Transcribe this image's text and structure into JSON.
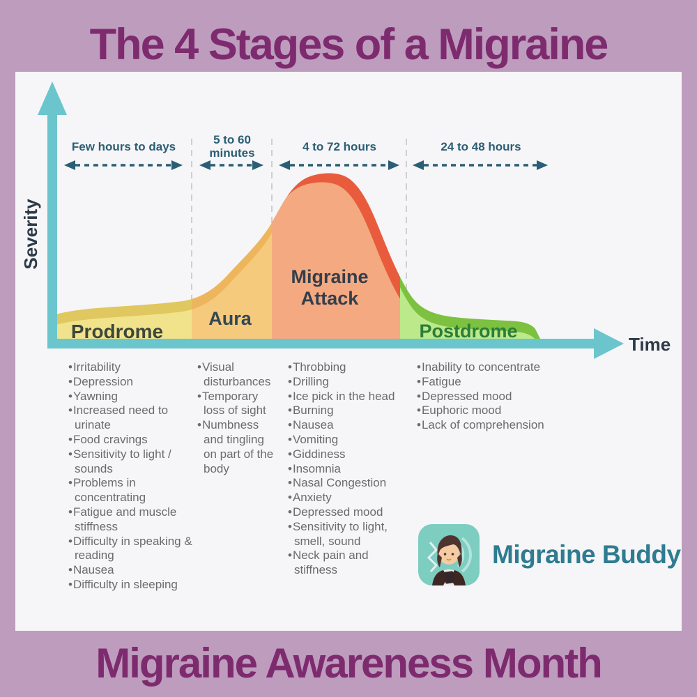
{
  "title": "The 4 Stages of a Migraine",
  "footer": "Migraine Awareness Month",
  "brand": {
    "name": "Migraine Buddy"
  },
  "colors": {
    "background": "#BE9CBE",
    "panel": "#F6F5F7",
    "title": "#7D2B6E",
    "axis": "#6BC5CD",
    "arrow": "#2A5E74",
    "brand_text": "#2E7C90",
    "brand_icon": "#7DCDC1",
    "symptom_text": "#6B6B6B"
  },
  "chart_data": {
    "type": "area",
    "title": "The 4 Stages of a Migraine",
    "xlabel": "Time",
    "ylabel": "Severity",
    "x_axis": "qualitative time (no ticks)",
    "y_axis": "qualitative severity (no ticks)",
    "legend": "none",
    "grid": "off",
    "stages": [
      {
        "name": "Prodrome",
        "duration": "Few hours to days",
        "severity_profile": "low, slowly rising",
        "fill": "#F1E38B",
        "edge": "#E0C75F",
        "label_color": "#3C463C",
        "symptoms": [
          "Irritability",
          "Depression",
          "Yawning",
          "Increased need to urinate",
          "Food cravings",
          "Sensitivity to light / sounds",
          "Problems in concentrating",
          "Fatigue and muscle stiffness",
          "Difficulty in speaking & reading",
          "Nausea",
          "Difficulty in sleeping"
        ]
      },
      {
        "name": "Aura",
        "duration": "5 to 60 minutes",
        "severity_profile": "rising steeply",
        "fill": "#F6CA7D",
        "edge": "#EDB65C",
        "label_color": "#2F4858",
        "symptoms": [
          "Visual disturbances",
          "Temporary loss of sight",
          "Numbness and tingling on part of the body"
        ]
      },
      {
        "name": "Migraine Attack",
        "duration": "4 to 72 hours",
        "severity_profile": "peak severity",
        "fill": "#F4A981",
        "edge": "#E85C3D",
        "label_color": "#333E4C",
        "symptoms": [
          "Throbbing",
          "Drilling",
          "Ice pick in the head",
          "Burning",
          "Nausea",
          "Vomiting",
          "Giddiness",
          "Insomnia",
          "Nasal Congestion",
          "Anxiety",
          "Depressed mood",
          "Sensitivity to light, smell, sound",
          "Neck pain and stiffness"
        ]
      },
      {
        "name": "Postdrome",
        "duration": "24 to 48 hours",
        "severity_profile": "declining to low",
        "fill": "#BCE98A",
        "edge": "#7CC13F",
        "label_color": "#2B7D3A",
        "symptoms": [
          "Inability to concentrate",
          "Fatigue",
          "Depressed mood",
          "Euphoric mood",
          "Lack of comprehension"
        ]
      }
    ]
  }
}
